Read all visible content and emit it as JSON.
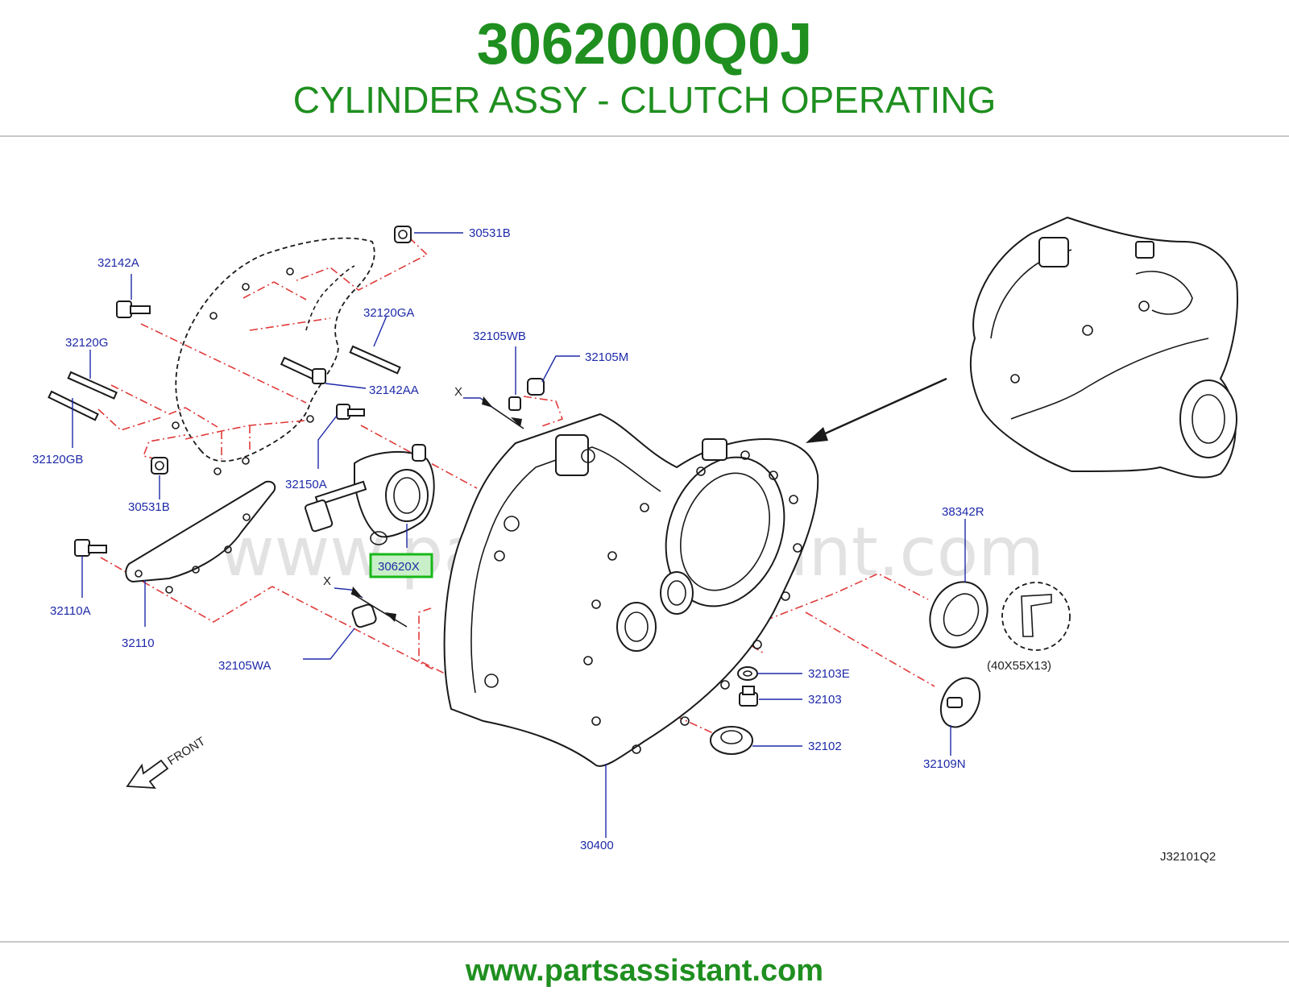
{
  "header": {
    "part_number": "3062000Q0J",
    "part_name": "CYLINDER ASSY - CLUTCH OPERATING"
  },
  "footer": {
    "url": "www.partsassistant.com"
  },
  "watermark": "www.partsassistant.com",
  "colors": {
    "title": "#1f8f1f",
    "label": "#1e2aa8",
    "guide": "#e03a3a",
    "highlight": "#17b817"
  },
  "diagram": {
    "labels": {
      "l30531B_top": "30531B",
      "l32142A": "32142A",
      "l32120GA": "32120GA",
      "l32120G": "32120G",
      "l32142AA": "32142AA",
      "l32120GB": "32120GB",
      "l30531B_low": "30531B",
      "l32150A": "32150A",
      "l32105WB": "32105WB",
      "l32105M": "32105M",
      "l30620X": "30620X",
      "l32110A": "32110A",
      "l32110": "32110",
      "l32105WA": "32105WA",
      "l38342R": "38342R",
      "l32103E": "32103E",
      "l32103": "32103",
      "l32102": "32102",
      "l32109N": "32109N",
      "l30400": "30400"
    },
    "x_mark_upper": "X",
    "x_mark_lower": "X",
    "front_label": "FRONT",
    "seal_size": "(40X55X13)",
    "drawing_code": "J32101Q2"
  }
}
